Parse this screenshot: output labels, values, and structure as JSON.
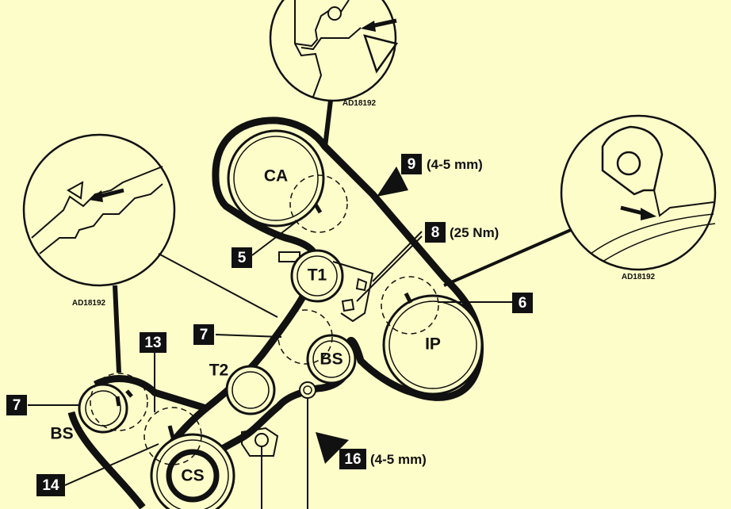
{
  "diagram": {
    "pulleys": {
      "ca": "CA",
      "t1": "T1",
      "t2": "T2",
      "bs_upper": "BS",
      "ip": "IP",
      "bs_left": "BS",
      "cs": "CS"
    },
    "callouts": {
      "c5": "5",
      "c6": "6",
      "c7_mid": "7",
      "c7_left": "7",
      "c8": "8",
      "c9": "9",
      "c13": "13",
      "c14": "14",
      "c16": "16"
    },
    "specs": {
      "c8": "(25 Nm)",
      "c9": "(4-5 mm)",
      "c16": "(4-5 mm)"
    },
    "refs": {
      "top": "AD18192",
      "left": "AD18192",
      "right": "AD18192"
    }
  },
  "colors": {
    "background": "#fdfdc9",
    "line": "#111111",
    "box_text": "#ffffff"
  }
}
